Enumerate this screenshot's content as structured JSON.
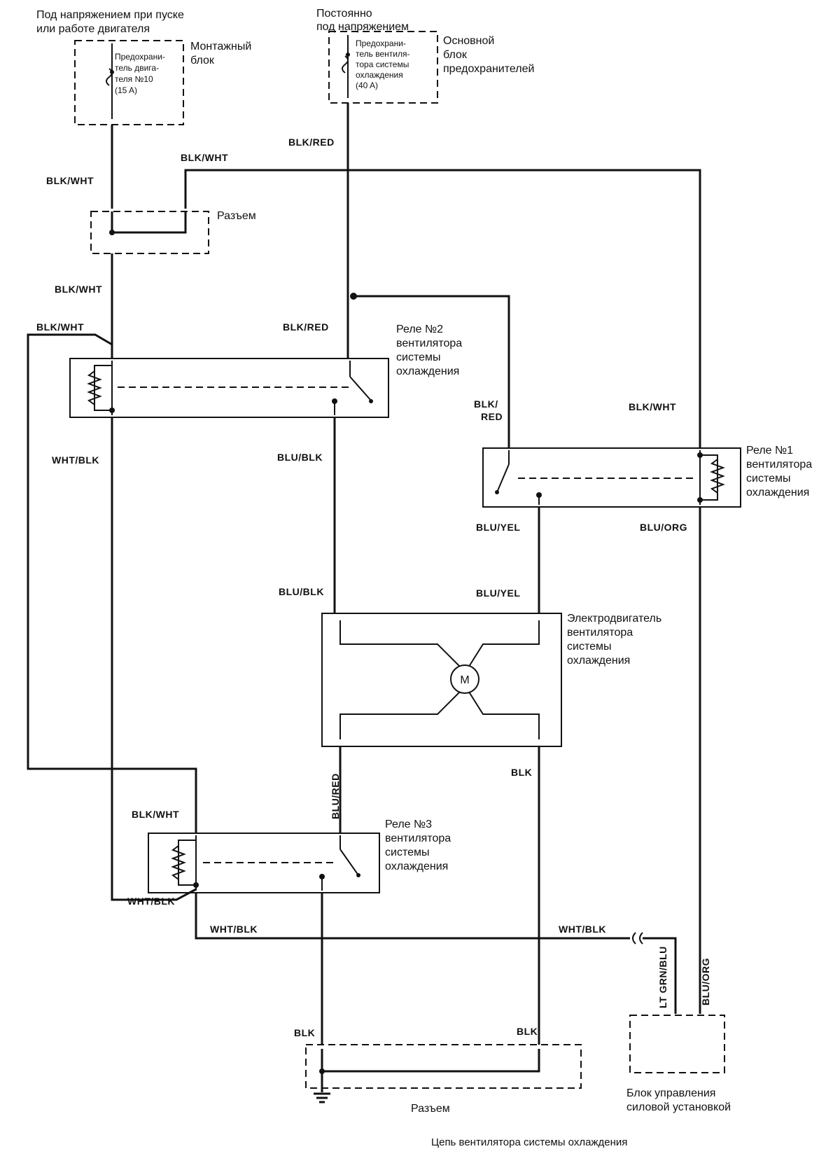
{
  "labels": {
    "ign_power_line1": "Под напряжением при пуске",
    "ign_power_line2": "или работе двигателя",
    "const_power_line1": "Постоянно",
    "const_power_line2": "под напряжением",
    "mount_block_line1": "Монтажный",
    "mount_block_line2": "блок",
    "fuse10_line1": "Предохрани-",
    "fuse10_line2": "тель двига-",
    "fuse10_line3": "теля №10",
    "fuse10_line4": "(15 A)",
    "fuse40_line1": "Предохрани-",
    "fuse40_line2": "тель вентиля-",
    "fuse40_line3": "тора системы",
    "fuse40_line4": "охлаждения",
    "fuse40_line5": "(40 A)",
    "main_fuse_block_line1": "Основной",
    "main_fuse_block_line2": "блок",
    "main_fuse_block_line3": "предохранителей",
    "connector_top": "Разъем",
    "connector_bottom": "Разъем",
    "relay2_line1": "Реле №2",
    "relay2_line2": "вентилятора",
    "relay2_line3": "системы",
    "relay2_line4": "охлаждения",
    "relay1_line1": "Реле №1",
    "relay1_line2": "вентилятора",
    "relay1_line3": "системы",
    "relay1_line4": "охлаждения",
    "relay3_line1": "Реле №3",
    "relay3_line2": "вентилятора",
    "relay3_line3": "системы",
    "relay3_line4": "охлаждения",
    "motor_line1": "Электродвигатель",
    "motor_line2": "вентилятора",
    "motor_line3": "системы",
    "motor_line4": "охлаждения",
    "motor_symbol": "M",
    "pcm_line1": "Блок управления",
    "pcm_line2": "силовой установкой",
    "caption": "Цепь вентилятора системы охлаждения"
  },
  "wires": {
    "blk_wht_1": "BLK/WHT",
    "blk_wht_2": "BLK/WHT",
    "blk_wht_3": "BLK/WHT",
    "blk_wht_4": "BLK/WHT",
    "blk_wht_5": "BLK/WHT",
    "blk_wht_6": "BLK/WHT",
    "blk_red_1": "BLK/RED",
    "blk_red_2": "BLK/RED",
    "blk_red_3a": "BLK/",
    "blk_red_3b": "RED",
    "wht_blk_1": "WHT/BLK",
    "wht_blk_2": "WHT/BLK",
    "wht_blk_3": "WHT/BLK",
    "wht_blk_4": "WHT/BLK",
    "blu_blk_1": "BLU/BLK",
    "blu_blk_2": "BLU/BLK",
    "blu_yel_1": "BLU/YEL",
    "blu_yel_2": "BLU/YEL",
    "blu_org_1": "BLU/ORG",
    "blu_org_2": "BLU/ORG",
    "blu_red": "BLU/RED",
    "blk_1": "BLK",
    "blk_2": "BLK",
    "blk_3": "BLK",
    "lt_grn_blu": "LT GRN/BLU"
  }
}
